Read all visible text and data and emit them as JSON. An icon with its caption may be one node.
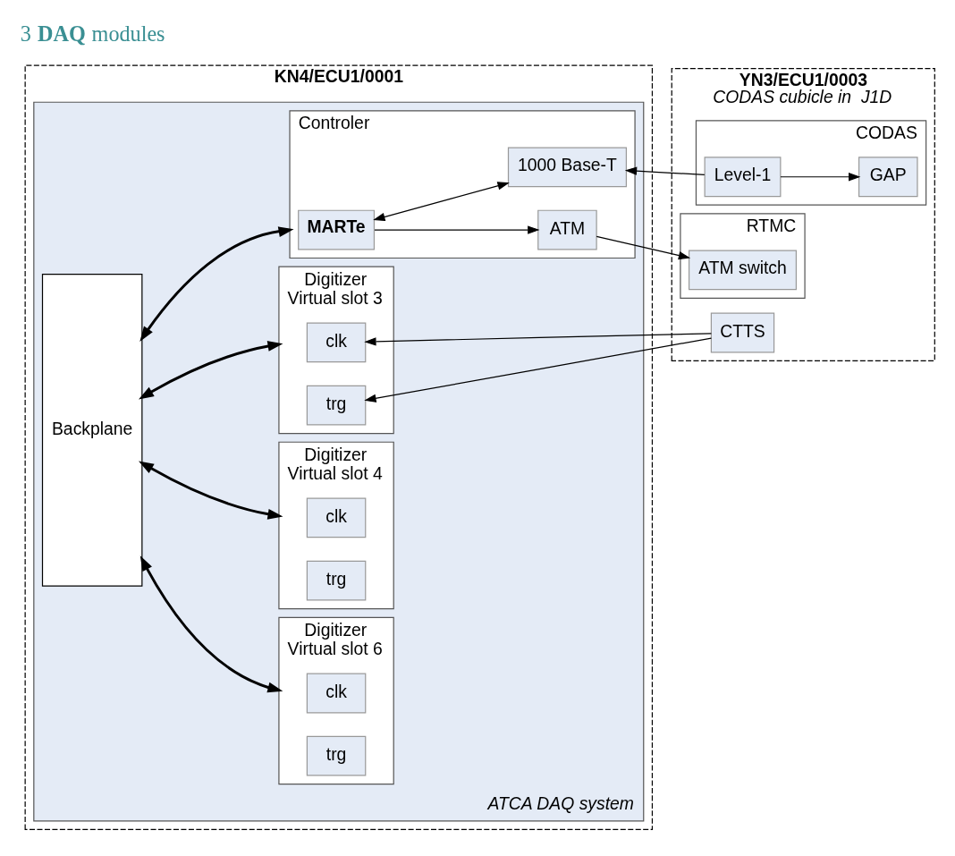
{
  "diagram": {
    "nodes": [
      {
        "text": [
          "KN4/ECU1/0001"
        ]
      },
      {
        "text": [
          "ATCA DAQ system"
        ],
        "in": 0
      },
      {
        "text": [
          "Backplane"
        ],
        "in": 1
      },
      {
        "text": [
          "Digitizer",
          "Virtual slot 6"
        ],
        "in": 1
      },
      {
        "text": [
          "clk"
        ],
        "in": 3
      },
      {
        "text": [
          "trg"
        ],
        "in": 3
      },
      {
        "text": [
          "Digitizer",
          "Virtual slot 4"
        ],
        "in": 1
      },
      {
        "text": [
          "clk"
        ],
        "in": 6
      },
      {
        "text": [
          "trg"
        ],
        "in": 6
      },
      {
        "text": [
          "Controler"
        ],
        "in": 1
      },
      {
        "text": [
          "MARTe"
        ],
        "in": 9
      },
      {
        "text": [
          "ATM"
        ],
        "in": 9
      },
      {
        "text": [
          "1000 Base-T"
        ],
        "in": 9
      },
      {
        "text": [
          "Digitizer",
          "Virtual slot 3"
        ],
        "in": 1
      },
      {
        "text": [
          "clk"
        ],
        "in": 13
      },
      {
        "text": [
          "trg"
        ],
        "in": 13
      },
      {
        "text": [
          "YN3/ECU1/0003",
          "CODAS cubicle in  J1D"
        ]
      },
      {
        "text": [
          "RTMC"
        ],
        "in": 16
      },
      {
        "text": [
          "ATM switch"
        ],
        "in": 17
      },
      {
        "text": [
          "CODAS"
        ],
        "in": 16
      },
      {
        "text": [
          "Level-1"
        ],
        "in": 19
      },
      {
        "text": [
          "GAP"
        ],
        "in": 19
      },
      {
        "text": [
          "CTTS"
        ],
        "in": 16
      }
    ],
    "edges": [
      {
        "from": 2,
        "to": 3,
        "arrow": "both",
        "style": "thick"
      },
      {
        "from": 2,
        "to": 6,
        "arrow": "both",
        "style": "thick"
      },
      {
        "from": 2,
        "to": 9,
        "arrow": "both",
        "style": "thick"
      },
      {
        "from": 2,
        "to": 13,
        "arrow": "both",
        "style": "thick"
      },
      {
        "from": 10,
        "to": 12,
        "arrow": "both"
      },
      {
        "from": 10,
        "to": 11,
        "arrow": "to"
      },
      {
        "from": 11,
        "to": 18,
        "arrow": "to"
      },
      {
        "from": 20,
        "to": 12,
        "arrow": "to"
      },
      {
        "from": 20,
        "to": 21,
        "arrow": "to"
      },
      {
        "from": 22,
        "to": 14,
        "arrow": "to"
      },
      {
        "from": 22,
        "to": 15,
        "arrow": "to"
      }
    ],
    "labels": [
      "3 **DAQ** modules"
    ]
  }
}
